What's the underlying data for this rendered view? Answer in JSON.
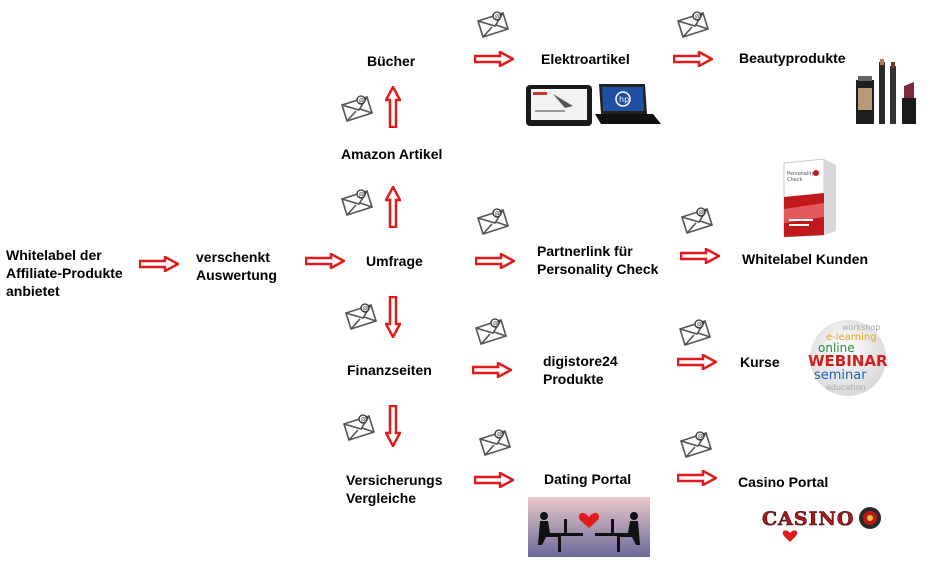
{
  "nodes": {
    "whitelabel_affiliate": [
      "Whitelabel der",
      "Affiliate-Produkte",
      "anbietet"
    ],
    "verschenkt": [
      "verschenkt",
      "Auswertung"
    ],
    "umfrage": "Umfrage",
    "amazon_artikel": "Amazon Artikel",
    "buecher": "Bücher",
    "elektroartikel": "Elektroartikel",
    "beautyprodukte": "Beautyprodukte",
    "partnerlink": [
      "Partnerlink für",
      "Personality Check"
    ],
    "whitelabel_kunden": "Whitelabel Kunden",
    "finanzseiten": "Finanzseiten",
    "digistore": [
      "digistore24",
      "Produkte"
    ],
    "kurse": "Kurse",
    "versicherungs": [
      "Versicherungs",
      "Vergleiche"
    ],
    "dating_portal": "Dating Portal",
    "casino_portal": "Casino Portal"
  },
  "images": {
    "casino_logo": "CASINO",
    "webinar_words": [
      "workshop",
      "e-learning",
      "online",
      "WEBINAR",
      "seminar",
      "education"
    ]
  },
  "colors": {
    "arrow": "#e11b1b",
    "envelope": "#555555",
    "box_red": "#c0181b"
  },
  "icons": [
    "email-envelope-icon",
    "hollow-arrow-icon"
  ]
}
